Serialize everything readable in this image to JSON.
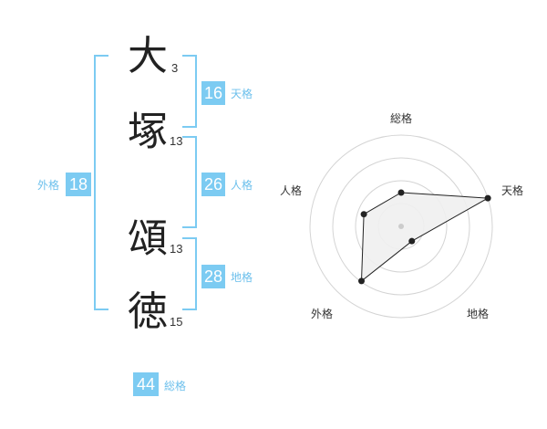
{
  "name": {
    "chars": [
      {
        "char": "大",
        "strokes": "3"
      },
      {
        "char": "塚",
        "strokes": "13"
      },
      {
        "char": "頌",
        "strokes": "13"
      },
      {
        "char": "徳",
        "strokes": "15"
      }
    ]
  },
  "kakusu": {
    "tenkaku": {
      "value": "16",
      "label": "天格"
    },
    "jinkaku": {
      "value": "26",
      "label": "人格"
    },
    "chikaku": {
      "value": "28",
      "label": "地格"
    },
    "gaikaku": {
      "value": "18",
      "label": "外格"
    },
    "soukaku": {
      "value": "44",
      "label": "総格"
    }
  },
  "colors": {
    "accent": "#7ccbf2",
    "label": "#6dc0ec",
    "polygon_fill": "#efefef"
  },
  "chart_data": {
    "type": "radar",
    "axes": [
      "総格",
      "天格",
      "地格",
      "外格",
      "人格"
    ],
    "values": [
      0.37,
      1.0,
      0.2,
      0.74,
      0.43
    ],
    "rings": 4
  }
}
